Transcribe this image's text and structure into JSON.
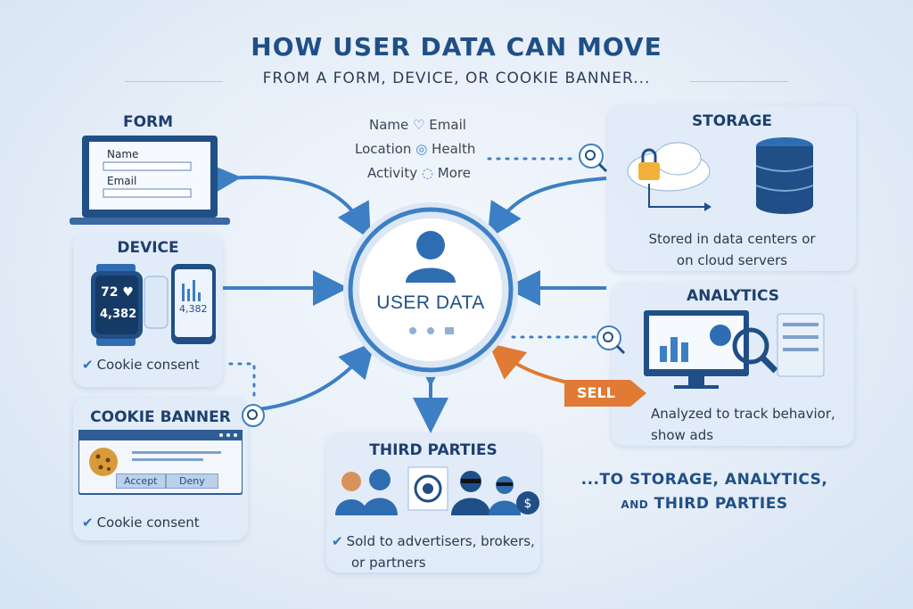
{
  "header": {
    "title": "HOW USER DATA CAN MOVE",
    "subtitle": "FROM A FORM, DEVICE, OR COOKIE BANNER..."
  },
  "form_panel": {
    "title": "FORM",
    "fields": [
      "Name",
      "Email"
    ]
  },
  "device_panel": {
    "title": "DEVICE",
    "watch_value": "72",
    "watch_steps": "4,382",
    "phone_value": "4,382",
    "consent": "Cookie consent"
  },
  "cookie_panel": {
    "title": "COOKIE BANNER",
    "accept_label": "Accept",
    "deny_label": "Deny",
    "consent": "Cookie consent"
  },
  "data_types": {
    "items": [
      [
        "Name",
        "Email"
      ],
      [
        "Location",
        "Health"
      ],
      [
        "Activity",
        "More"
      ]
    ]
  },
  "center": {
    "label": "USER DATA"
  },
  "storage_panel": {
    "title": "STORAGE",
    "caption_line1": "Stored in data centers or",
    "caption_line2": "on cloud servers"
  },
  "analytics_panel": {
    "title": "ANALYTICS",
    "caption_line1": "Analyzed to track behavior,",
    "caption_line2": "show ads",
    "sell_label": "SELL"
  },
  "third_parties_panel": {
    "title": "THIRD PARTIES",
    "caption_line1": "Sold to advertisers, brokers,",
    "caption_line2": "or partners"
  },
  "footer": {
    "line1": "...TO STORAGE, ANALYTICS,",
    "line2_prefix": "AND",
    "line2_rest": " THIRD PARTIES"
  },
  "colors": {
    "primary": "#1f4f86",
    "arrow": "#3d7fc4",
    "sell": "#e07a34",
    "panel": "#e1ebf8"
  }
}
